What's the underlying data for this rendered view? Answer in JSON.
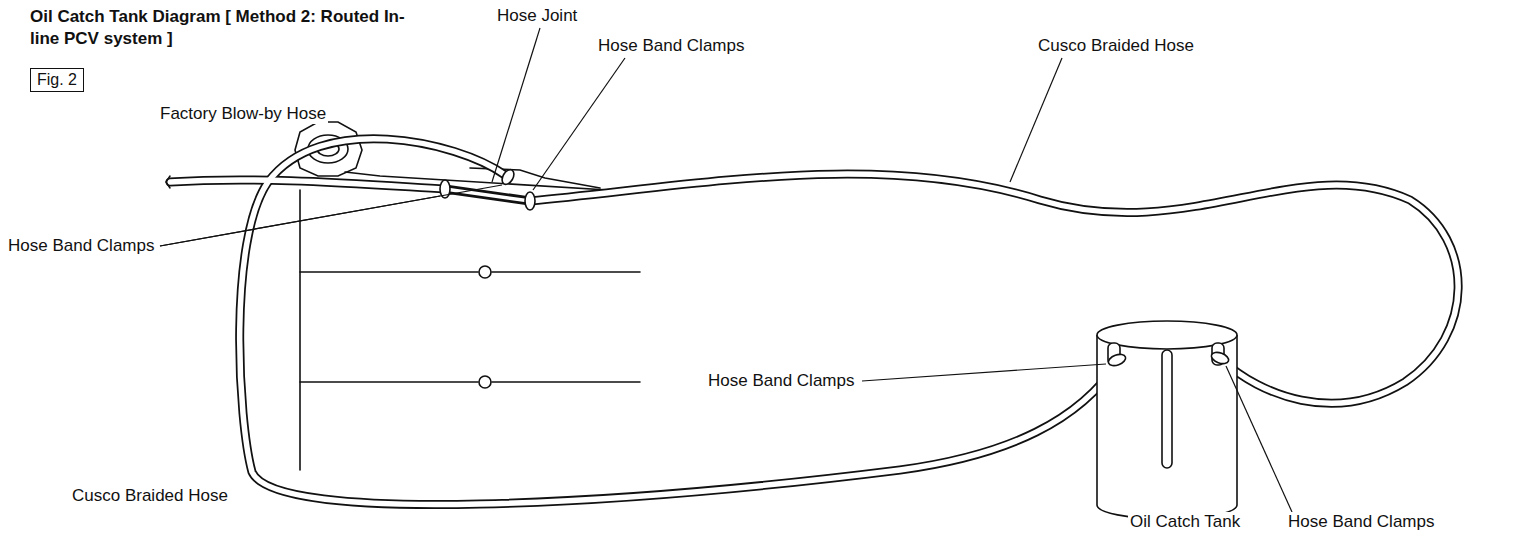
{
  "diagram": {
    "title": "Oil Catch Tank Diagram [ Method 2: Routed In-line PCV system ]",
    "nodes": [
      {
        "text": [
          "Fig. 2"
        ]
      }
    ],
    "labels": [
      "Hose Joint",
      "Hose Band Clamps",
      "Cusco Braided Hose",
      "Factory Blow-by Hose",
      "Hose Band Clamps",
      "Hose Band Clamps",
      "Cusco Braided Hose",
      "Oil Catch Tank",
      "Hose Band Clamps"
    ]
  }
}
